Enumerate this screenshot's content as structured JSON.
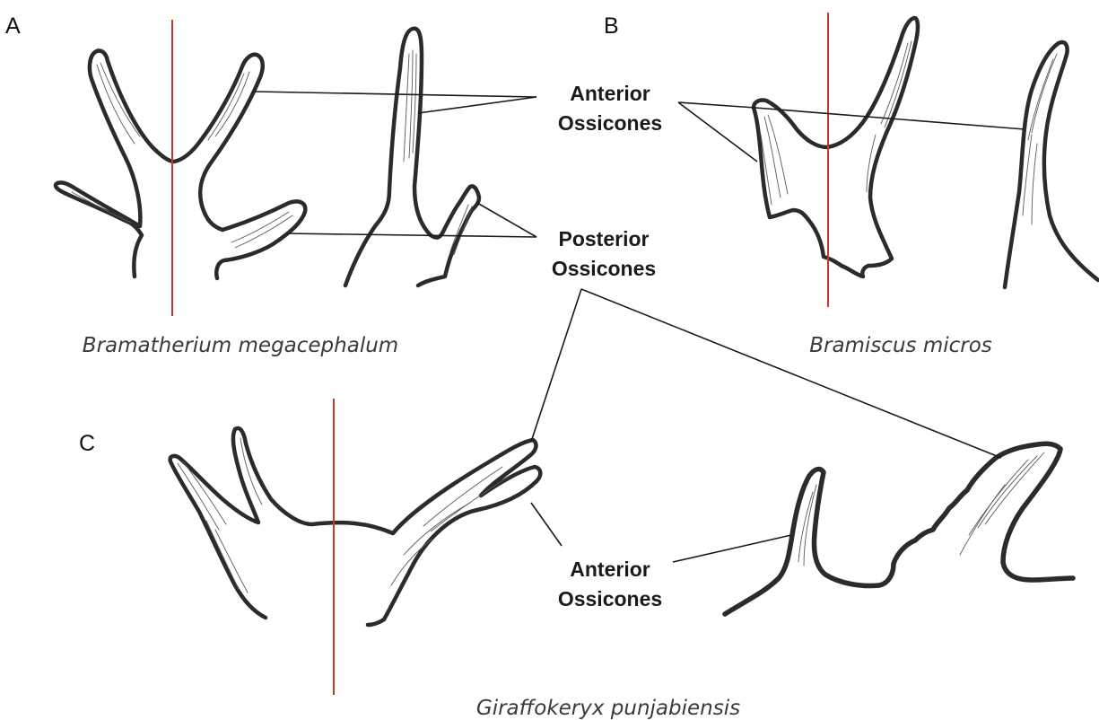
{
  "panels": {
    "a": {
      "letter": "A",
      "species": "Bramatherium megacephalum"
    },
    "b": {
      "letter": "B",
      "species": "Bramiscus micros"
    },
    "c": {
      "letter": "C",
      "species": "Giraffokeryx punjabiensis"
    }
  },
  "labels": {
    "top_anterior": {
      "line1": "Anterior",
      "line2": "Ossicones"
    },
    "posterior": {
      "line1": "Posterior",
      "line2": "Ossicones"
    },
    "bottom_anterior": {
      "line1": "Anterior",
      "line2": "Ossicones"
    }
  },
  "colors": {
    "midline": "#c0392b",
    "outline": "#2b2b2b",
    "text": "#1a1a1a"
  }
}
